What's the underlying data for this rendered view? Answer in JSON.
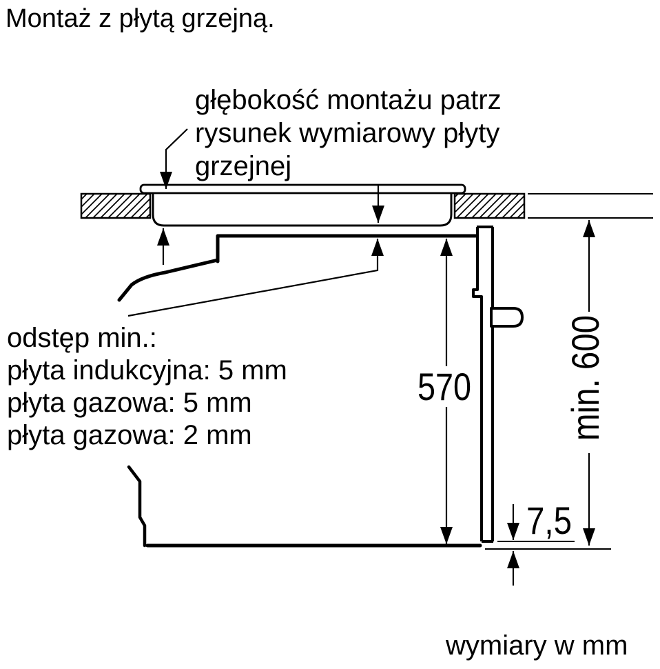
{
  "title": "Montaż z płytą grzejną.",
  "annotation": {
    "lines": [
      "głębokość montażu patrz",
      "rysunek wymiarowy płyty",
      "grzejnej"
    ]
  },
  "clearance_note": {
    "lines": [
      "odstęp min.:",
      "płyta indukcyjna: 5 mm",
      "płyta gazowa: 5 mm",
      "płyta gazowa: 2 mm"
    ]
  },
  "dimensions": {
    "oven_height": "570",
    "niche_height": "min. 600",
    "bottom_gap": "7,5"
  },
  "units_note": "wymiary w mm",
  "colors": {
    "ink": "#000000",
    "paper": "#ffffff"
  }
}
